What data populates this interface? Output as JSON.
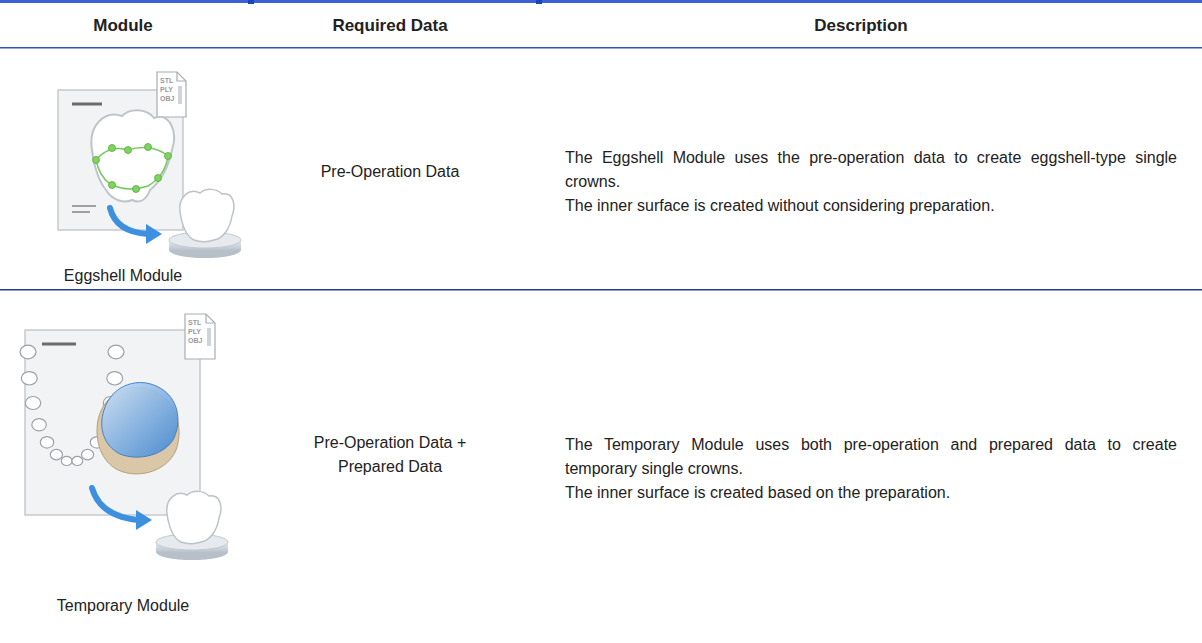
{
  "diagram": {
    "labels": [
      "Module",
      "Required Data",
      "Description",
      "STL",
      "PLY",
      "OBJ",
      "Eggshell Module",
      "Pre-Operation Data",
      "The Eggshell Module uses the pre-operation data to create eggshell-type single crowns.",
      "The inner surface is created without considering preparation.",
      "STL",
      "PLY",
      "OBJ",
      "Temporary Module",
      "Pre-Operation Data + Prepared Data",
      "The Temporary Module uses both pre-operation and prepared data to create temporary single crowns.",
      "The inner surface is created based on the preparation."
    ]
  }
}
